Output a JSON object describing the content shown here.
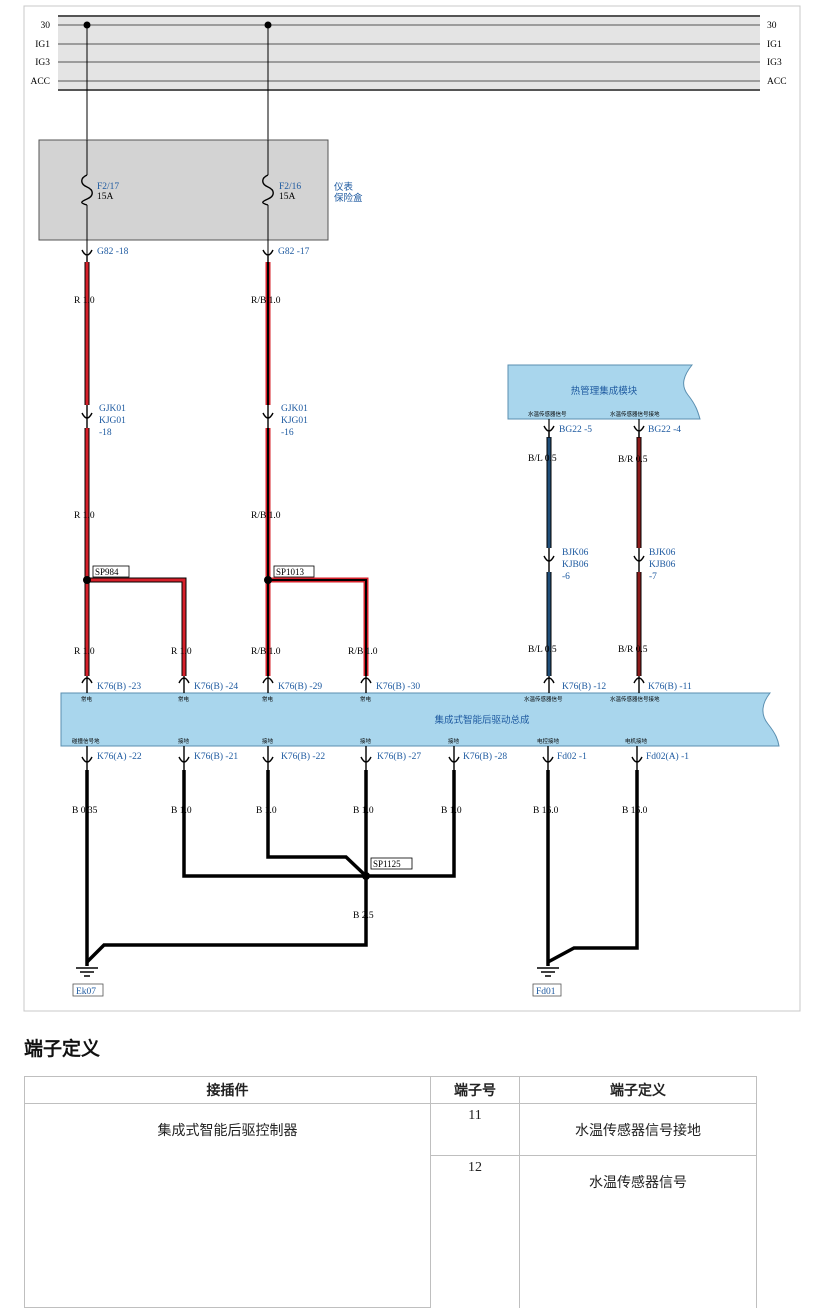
{
  "bus_labels": {
    "b30": "30",
    "ig1": "IG1",
    "ig3": "IG3",
    "acc": "ACC"
  },
  "fuse_box": {
    "label_line1": "仪表",
    "label_line2": "保险盒",
    "fuse1": {
      "name": "F2/17",
      "rating": "15A"
    },
    "fuse2": {
      "name": "F2/16",
      "rating": "15A"
    }
  },
  "connectors": {
    "g82_18": "G82  -18",
    "g82_17": "G82  -17",
    "gjk01_a": [
      "GJK01",
      "KJG01",
      "-18"
    ],
    "gjk01_b": [
      "GJK01",
      "KJG01",
      "-16"
    ],
    "bg22_5": "BG22  -5",
    "bg22_4": "BG22  -4",
    "bjk06_a": [
      "BJK06",
      "KJB06",
      "-6"
    ],
    "bjk06_b": [
      "BJK06",
      "KJB06",
      "-7"
    ],
    "top": [
      "K76(B)  -23",
      "K76(B)  -24",
      "K76(B)  -29",
      "K76(B)  -30",
      "K76(B)  -12",
      "K76(B)  -11"
    ],
    "bottom": [
      "K76(A)  -22",
      "K76(B)  -21",
      "K76(B)  -22",
      "K76(B)  -27",
      "K76(B)  -28",
      "Fd02  -1",
      "Fd02(A)  -1"
    ]
  },
  "wire_labels": {
    "r10": "R 1.0",
    "rb10": "R/B 1.0",
    "bl05": "B/L 0.5",
    "br05": "B/R 0.5",
    "b035": "B 0.35",
    "b10": "B 1.0",
    "b160": "B 16.0",
    "b25": "B 2.5"
  },
  "splices": {
    "sp984": "SP984",
    "sp1013": "SP1013",
    "sp1125": "SP1125"
  },
  "grounds": {
    "ek07": "Ek07",
    "fd01": "Fd01"
  },
  "thermal_module": {
    "title": "热管理集成模块",
    "pin_left": "水温传感器信号",
    "pin_right": "水温传感器信号接地"
  },
  "controller": {
    "title": "集成式智能后驱动总成",
    "top_pins": [
      "常电",
      "常电",
      "常电",
      "常电",
      "水温传感器信号",
      "水温传感器信号接地"
    ],
    "bottom_pins": [
      "碰撞信号地",
      "接地",
      "接地",
      "接地",
      "接地",
      "电控接地",
      "电机接地"
    ]
  },
  "colors": {
    "red": "#d6202a",
    "black": "#000000",
    "blue": "#1f4e79",
    "darkred": "#8b1a1a",
    "module_fill": "#a9d6ed",
    "fuse_fill": "#d3d3d3",
    "label_blue": "#1e5aa0"
  },
  "section_title": "端子定义",
  "table": {
    "headers": [
      "接插件",
      "端子号",
      "端子定义"
    ],
    "connector": "集成式智能后驱控制器",
    "rows": [
      {
        "pin": "11",
        "definition": "水温传感器信号接地"
      },
      {
        "pin": "12",
        "definition": "水温传感器信号"
      }
    ]
  }
}
